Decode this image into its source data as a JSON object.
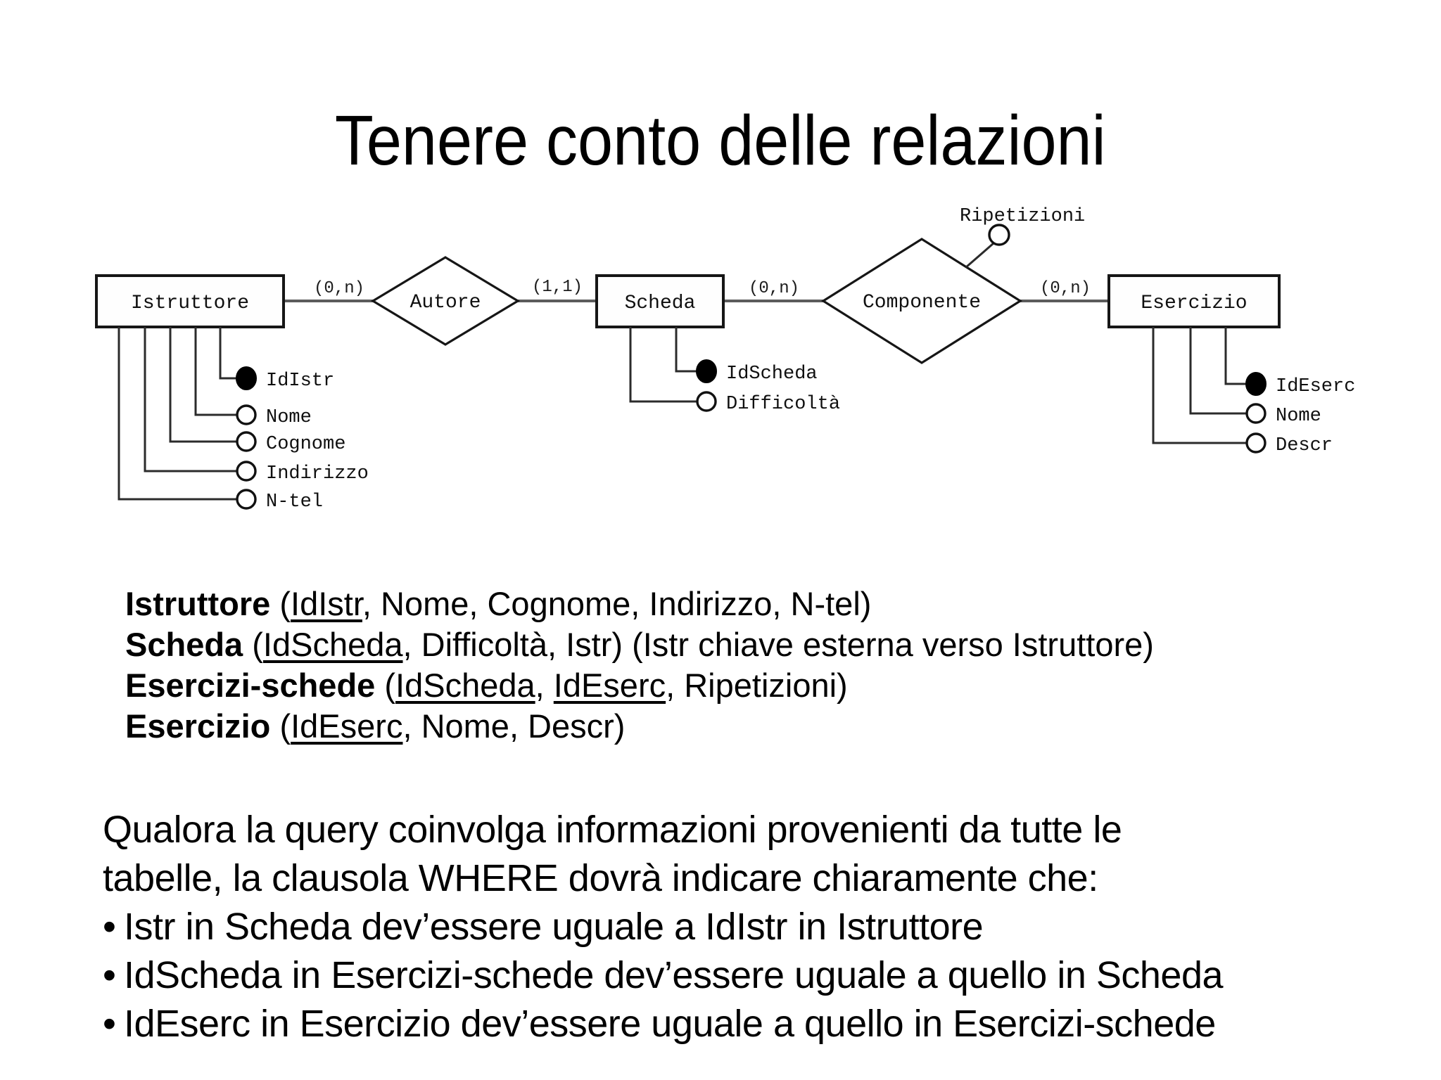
{
  "slide": {
    "title": "Tenere conto delle relazioni"
  },
  "colors": {
    "ink": "#000000",
    "background": "#ffffff"
  },
  "diagram": {
    "entities": [
      {
        "name": "Istruttore"
      },
      {
        "name": "Scheda"
      },
      {
        "name": "Esercizio"
      }
    ],
    "relationships": [
      {
        "name": "Autore"
      },
      {
        "name": "Componente"
      }
    ],
    "cardinalities": [
      "(0,n)",
      "(1,1)",
      "(0,n)",
      "(0,n)"
    ],
    "attributes": {
      "istruttore": [
        {
          "name": "IdIstr",
          "key": true
        },
        {
          "name": "Nome"
        },
        {
          "name": "Cognome"
        },
        {
          "name": "Indirizzo"
        },
        {
          "name": "N-tel"
        }
      ],
      "scheda": [
        {
          "name": "IdScheda",
          "key": true
        },
        {
          "name": "Difficoltà"
        }
      ],
      "componente": [
        {
          "name": "Ripetizioni"
        }
      ],
      "esercizio": [
        {
          "name": "IdEserc",
          "key": true
        },
        {
          "name": "Nome"
        },
        {
          "name": "Descr"
        }
      ]
    }
  },
  "schema": {
    "lines": [
      {
        "segments": [
          {
            "text": "Istruttore"
          },
          {
            "text": " ("
          },
          {
            "text": "IdIstr"
          },
          {
            "text": ", Nome, Cognome, Indirizzo, N-tel)"
          }
        ]
      },
      {
        "segments": [
          {
            "text": "Scheda"
          },
          {
            "text": " ("
          },
          {
            "text": "IdScheda"
          },
          {
            "text": ", Difficoltà, Istr) (Istr chiave esterna verso Istruttore)"
          }
        ]
      },
      {
        "segments": [
          {
            "text": "Esercizi-schede"
          },
          {
            "text": " ("
          },
          {
            "text": "IdScheda"
          },
          {
            "text": ", "
          },
          {
            "text": "IdEserc"
          },
          {
            "text": ", Ripetizioni)"
          }
        ]
      },
      {
        "segments": [
          {
            "text": "Esercizio"
          },
          {
            "text": " ("
          },
          {
            "text": "IdEserc"
          },
          {
            "text": ", Nome, Descr)"
          }
        ]
      }
    ]
  },
  "paragraph": {
    "bullet_char": "•",
    "intro_lines": [
      "Qualora la query coinvolga informazioni provenienti da tutte le",
      "tabelle, la clausola WHERE dovrà indicare chiaramente che:"
    ],
    "bullets": [
      "Istr in Scheda dev’essere uguale a IdIstr in Istruttore",
      "IdScheda in Esercizi-schede dev’essere uguale a quello in Scheda",
      "IdEserc in Esercizio dev’essere uguale a quello in Esercizi-schede"
    ]
  }
}
